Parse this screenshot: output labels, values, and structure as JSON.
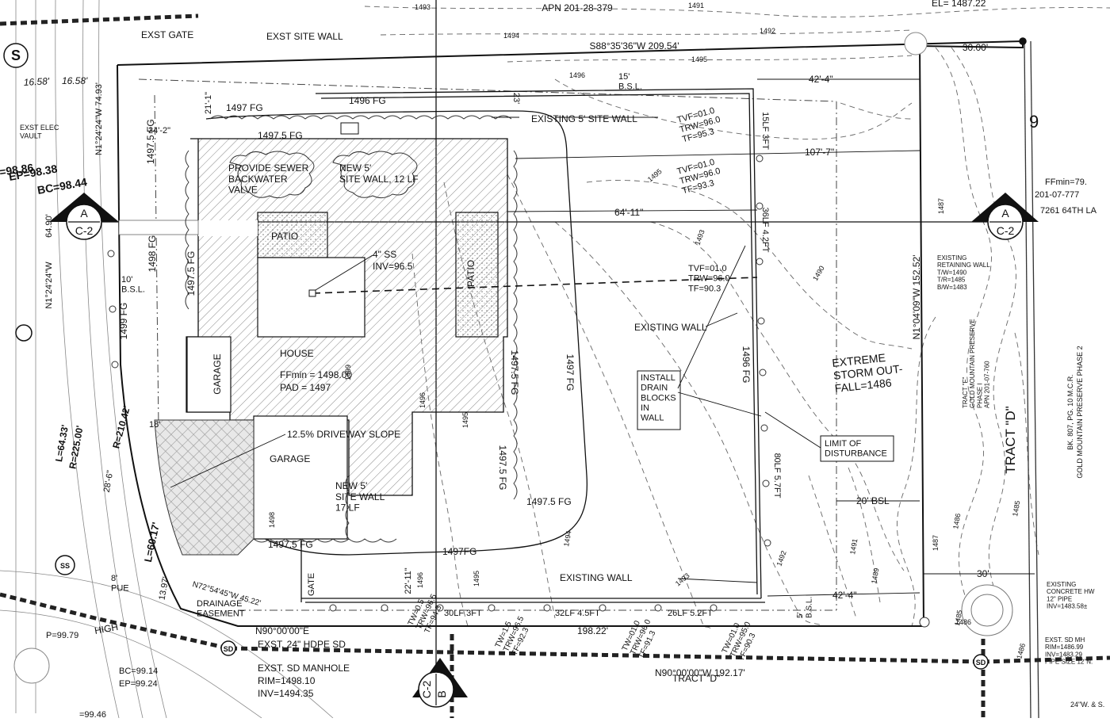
{
  "sheet": {
    "apn_top": "APN 201-28-379",
    "el_top": "EL= 1487.22",
    "top_boundary_bearing": "S88°35'36\"W  209.54'",
    "right_boundary_bearing": "N1°04'09\"W 152.52'",
    "bottom_boundary_bearing": "N90°00'00\"E",
    "bottom_boundary_length": "198.22'",
    "left_boundary_bearing": "N1°24'24\"W 74.93'",
    "left_lower_bearing": "N1°24'24\"W",
    "left_lower_length": "64.90'",
    "curve_radius_1": "R=210.42'",
    "curve_radius_2": "R=225.00'",
    "curve_length_1": "L=64.33'",
    "curve_length_2": "L=60.17'",
    "diag_bearing": "N72°54'45\"W 45.22'",
    "bottom_street_bearing": "N90°00'00\"W  192.17'",
    "right_dim_30": "30.00'"
  },
  "labels": {
    "exst_gate": "EXST GATE",
    "exst_site_wall": "EXST SITE WALL",
    "existing_site_wall": "EXISTING 5' SITE WALL",
    "new_site_wall_12": "NEW 5'\nSITE WALL, 12 LF",
    "new_site_wall_17": "NEW 5'\nSITE WALL\n17 LF",
    "sewer_valve": "PROVIDE SEWER\nBACKWATER\nVALVE",
    "patio_1": "PATIO",
    "patio_2": "PATIO",
    "house": "HOUSE",
    "house_ff": "FFmin = 1498.00",
    "house_pad": "PAD = 1497",
    "garage_1": "GARAGE",
    "garage_2": "GARAGE",
    "driveway_slope": "12.5% DRIVEWAY SLOPE",
    "ss_label": "4\" SS",
    "ss_inv": "INV=96.5",
    "existing_wall_1": "EXISTING WALL",
    "existing_wall_2": "EXISTING WALL",
    "drain_blocks": "INSTALL\nDRAIN\nBLOCKS\nIN\nWALL",
    "extreme_storm": "EXTREME\nSTORM OUT-\nFALL=1486",
    "limit_disturbance": "LIMIT OF\nDISTURBANCE",
    "bsl_20": "20' BSL",
    "bsl_15": "15'\nB.S.L.",
    "bsl_10": "10'\nB.S.L.",
    "bsl_5": "5'\nB.S.L.",
    "tract_d_big": "TRACT \"D\"",
    "tract_d_bottom": "TRACT \"D\"",
    "gate_label": "GATE",
    "pue": "8'\nPUE",
    "drainage_easement": "DRAINAGE\nEASEMENT",
    "exst_hdpe": "EXST. 24\" HDPE SD",
    "exst_sd_manhole": "EXST. SD MANHOLE",
    "manhole_rim": "RIM=1498.10",
    "manhole_inv": "INV=1494.35",
    "exst_elec_vault": "EXST ELEC\nVAULT",
    "high_label": "HIGH",
    "gold_mtn": "GOLD MOUNTAIN PRESERVE PHASE 2",
    "gold_mtn_bk": "BK. 807, PG. 10 M.C.R.",
    "tract_f": "TRACT \"F\"\nGOLD MOUNTAIN PRESERVE\nPHASE I\nAPN 201-07-760",
    "lot_9": "9",
    "lot_ff": "FFmin=79.",
    "lot_apn": "201-07-777",
    "lot_addr": "7261 64TH LA",
    "existing_retaining": "EXISTING\nRETAINING WALL\nT/W=1490\nT/R=1485\nB/W=1483",
    "existing_concrete": "EXISTING\nCONCRETE HW\n12\" PIPE\nINV=1483.58±",
    "exst_sd_mh_right": "EXST. SD MH\nRIM=1486.99\nINV=1483.29\nPIPE SIZE 12\"N.",
    "section_a": "A",
    "section_c2": "C-2",
    "section_b": "B",
    "w_s": "24\"W. & S.",
    "ep_9838": "EP=98.38",
    "bc_9844": "BC=98.44",
    "e_9886": "=98.86",
    "bc_9914": "BC=99.14",
    "ep_9924": "EP=99.24",
    "p_9979": "P=99.79",
    "e_9946": "=99.46"
  },
  "grades": {
    "fg_1497_top": "1497 FG",
    "fg_1496_top": "1496 FG",
    "fg_1497_5_top": "1497.5 FG",
    "fg_1497_5_left": "1497.5 FG",
    "fg_1497_5_left2": "1497.5 FG",
    "fg_1498_left": "1498 FG",
    "fg_1499_left": "1499 FG",
    "fg_1497_right": "1497 FG",
    "fg_1497_5_right": "1497.5 FG",
    "fg_1497_5_right2": "1497.5 FG",
    "fg_1497_5_bot": "1497.5 FG",
    "fg_1497_5_bot2": "1497.5 FG",
    "fg_1497_bot": "1497FG",
    "fg_1496_right": "1496 FG",
    "wall_top_1": "TVF=01.0\nTRW=96.0\nTF=95.3",
    "wall_top_2": "TVF=01.0\nTRW=96.0\nTF=93.3",
    "wall_top_3": "TVF=01.0\nTRW=96.0\nTF=90.3",
    "wall_bot_1": "TW=0.5\nTRW=96.5\nTF=94.3",
    "wall_bot_2": "TW=1.5\nTRW=96.5\nTF=92.3",
    "wall_bot_3": "TW=01.0\nTRW=96.0\nTF=91.3",
    "wall_bot_4": "TW=01.0\nTRW=95.0\nTF=90.3",
    "lf_15": "15LF 3FT",
    "lf_36": "36LF 4.2FT",
    "lf_80": "80LF 5.7FT",
    "lf_30": "30LF 3FT",
    "lf_32": "32LF 4.5FT",
    "lf_26": "26LF 5.2FT"
  },
  "dimensions": {
    "d_42_4_top": "42'-4\"",
    "d_107_7": "107'-7\"",
    "d_64_11": "64'-11\"",
    "d_42_4_bot": "42'-4\"",
    "d_30": "30'",
    "d_21_1": "21'-1\"",
    "d_24_2": "24'-2\"",
    "d_23": "23'",
    "d_18": "18'",
    "d_28_6": "28'-6\"",
    "d_22_11": "22'-11\"",
    "d_13_97": "13.97'",
    "d_16_58a": "16.58'",
    "d_16_58b": "16.58'"
  },
  "contours": [
    "1493",
    "1491",
    "1494",
    "1492",
    "1495",
    "1496",
    "1495",
    "1493",
    "1490",
    "1487",
    "1487",
    "1486",
    "1485",
    "1489",
    "1491",
    "1492",
    "1493",
    "1494",
    "1495",
    "1496",
    "1496",
    "1499",
    "1498",
    "1495",
    "1485",
    "1486",
    "1486"
  ]
}
